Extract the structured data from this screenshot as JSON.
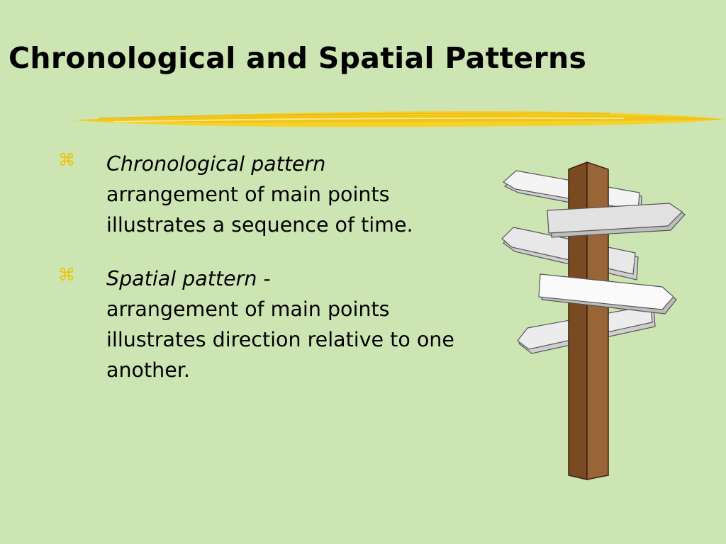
{
  "slide": {
    "title": "Chronological and Spatial Patterns",
    "bullet_symbol": "⌘",
    "bullets": [
      {
        "term": "Chronological pattern",
        "separator": "",
        "description": "arrangement of main points illustrates a sequence of time."
      },
      {
        "term": "Spatial pattern",
        "separator": " -",
        "description": "arrangement of main points illustrates direction relative to one another."
      }
    ]
  },
  "colors": {
    "background": "#cde5b3",
    "underline": "#f5d22a",
    "bullet": "#f2c200",
    "post": "#8b5a2b",
    "sign": "#f2f2f2"
  },
  "illustration": {
    "name": "signpost-icon"
  }
}
